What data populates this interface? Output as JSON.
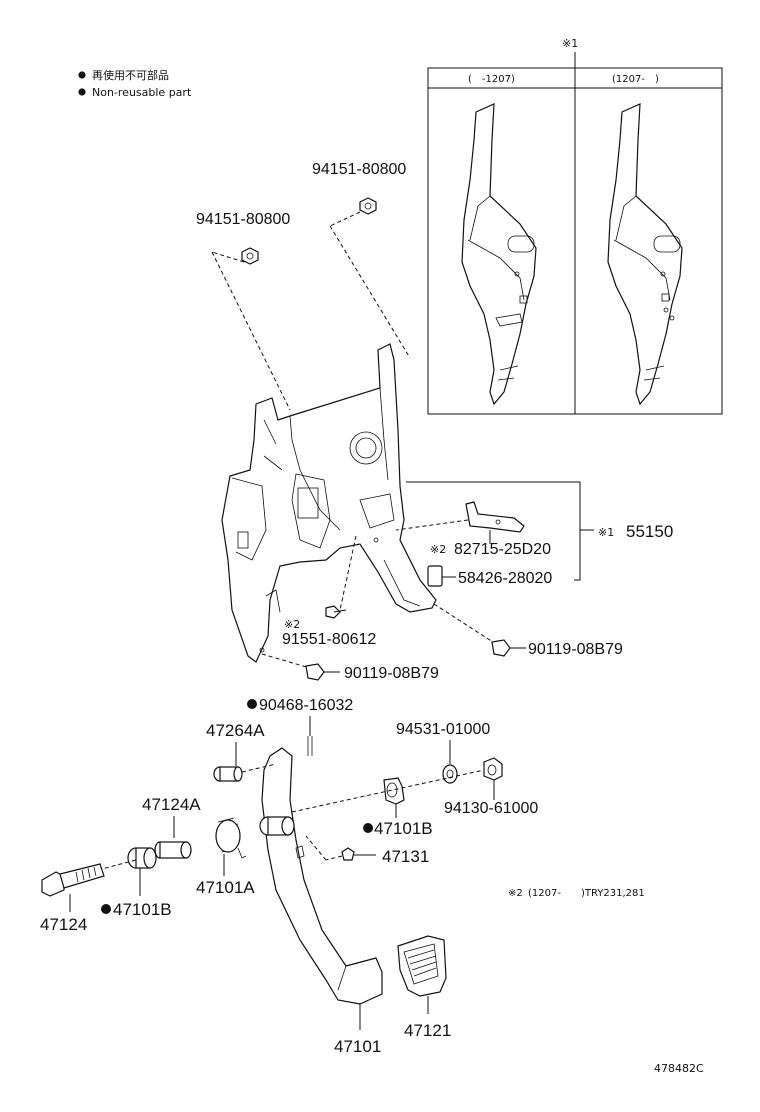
{
  "legend": {
    "line_ja": "再使用不可部品",
    "line_en": "Non-reusable part"
  },
  "inset": {
    "ref_mark": "※1",
    "col_left": "(　-1207)",
    "col_right": "(1207-　)"
  },
  "labels": {
    "p94151_a": "94151-80800",
    "p94151_b": "94151-80800",
    "p55150": "55150",
    "p55150_mark": "※1",
    "p82715": "82715-25D20",
    "p82715_mark": "※2",
    "p58426": "58426-28020",
    "p91551": "91551-80612",
    "p91551_mark": "※2",
    "p90119_a": "90119-08B79",
    "p90119_b": "90119-08B79",
    "p90468": "90468-16032",
    "p47264A": "47264A",
    "p94531": "94531-01000",
    "p47124A": "47124A",
    "p94130": "94130-61000",
    "p47101B_a": "47101B",
    "p47131": "47131",
    "p47101A": "47101A",
    "p47124": "47124",
    "p47101B_b": "47101B",
    "p47101": "47101",
    "p47121": "47121"
  },
  "footnote": {
    "mark": "※2",
    "text": "(1207-　　)TRY231,281"
  },
  "figure_id": "478482C",
  "colors": {
    "ink": "#111111",
    "background": "#ffffff"
  }
}
